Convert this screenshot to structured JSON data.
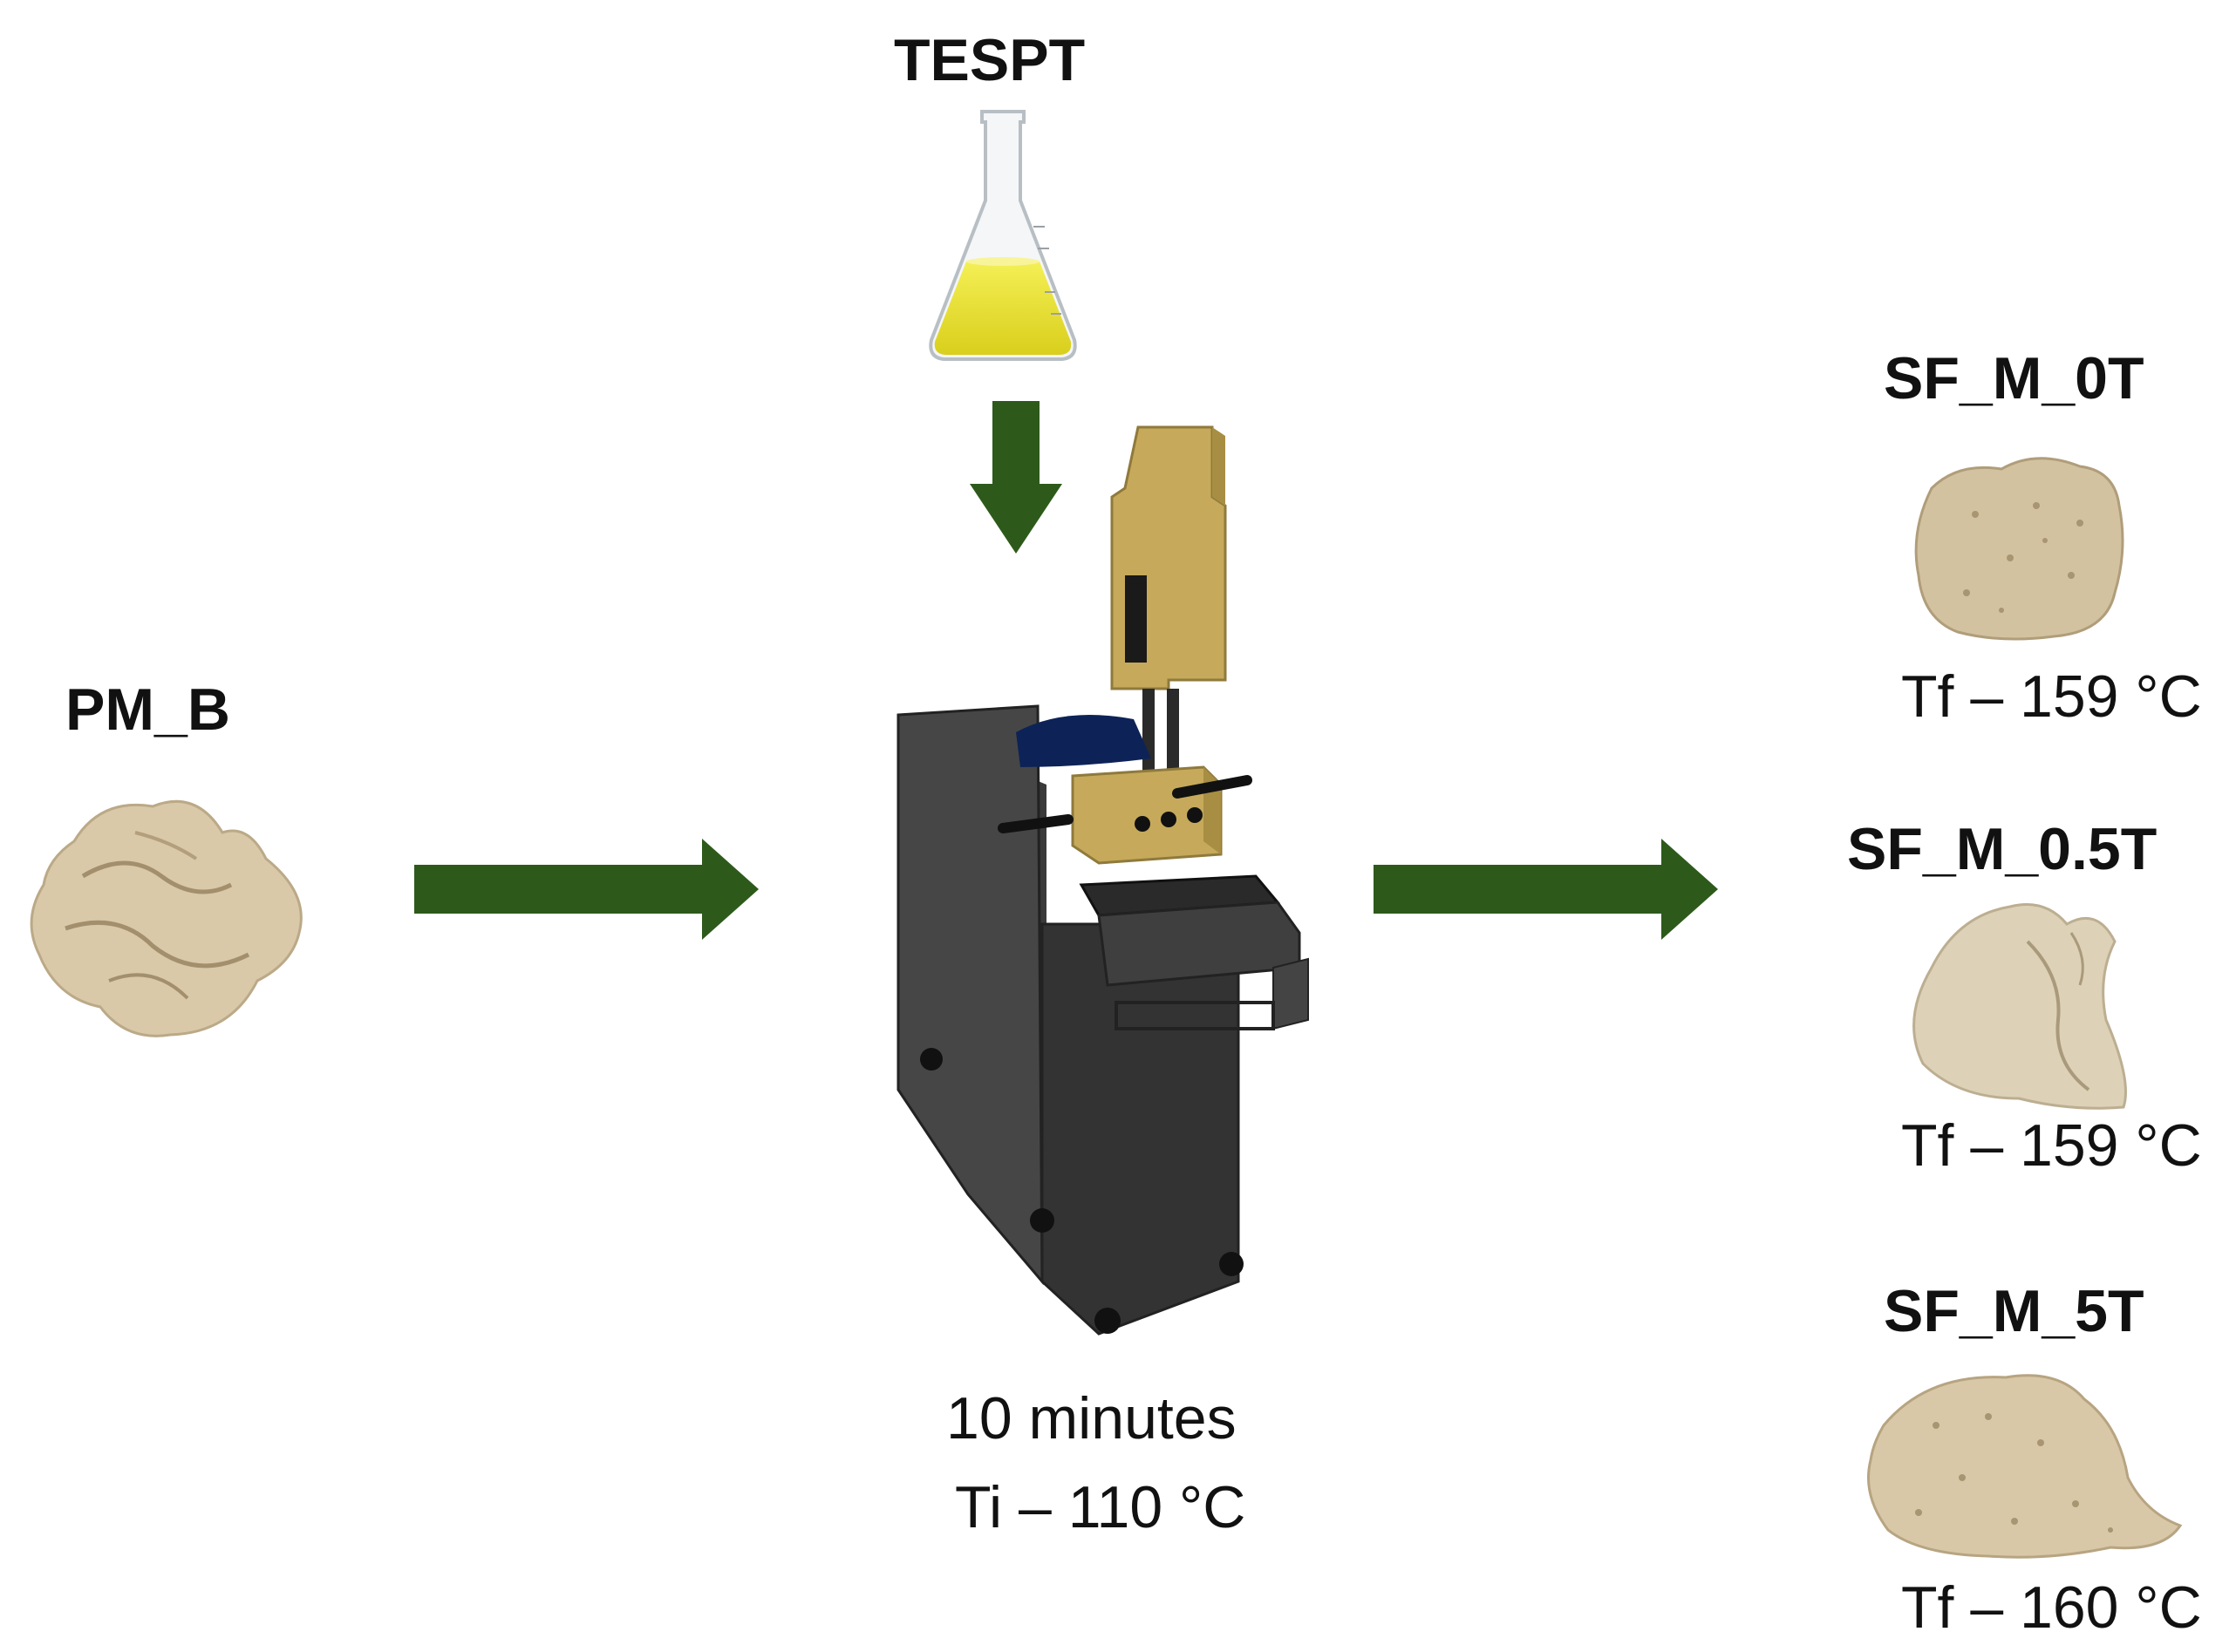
{
  "reagent": {
    "label": "TESPT"
  },
  "input_sample": {
    "label": "PM_B"
  },
  "process": {
    "time": "10 minutes",
    "initial_temp": "Ti – 110 °C"
  },
  "outputs": [
    {
      "label": "SF_M_0T",
      "temp": "Tf – 159 °C"
    },
    {
      "label": "SF_M_0.5T",
      "temp": "Tf – 159 °C"
    },
    {
      "label": "SF_M_5T",
      "temp": "Tf – 160 °C"
    }
  ],
  "colors": {
    "arrow": "#2d5a1b",
    "sample": "#d8c7a8",
    "machine": "#3c3c3c",
    "gold": "#c6a95a",
    "liquid": "#e8e230"
  }
}
